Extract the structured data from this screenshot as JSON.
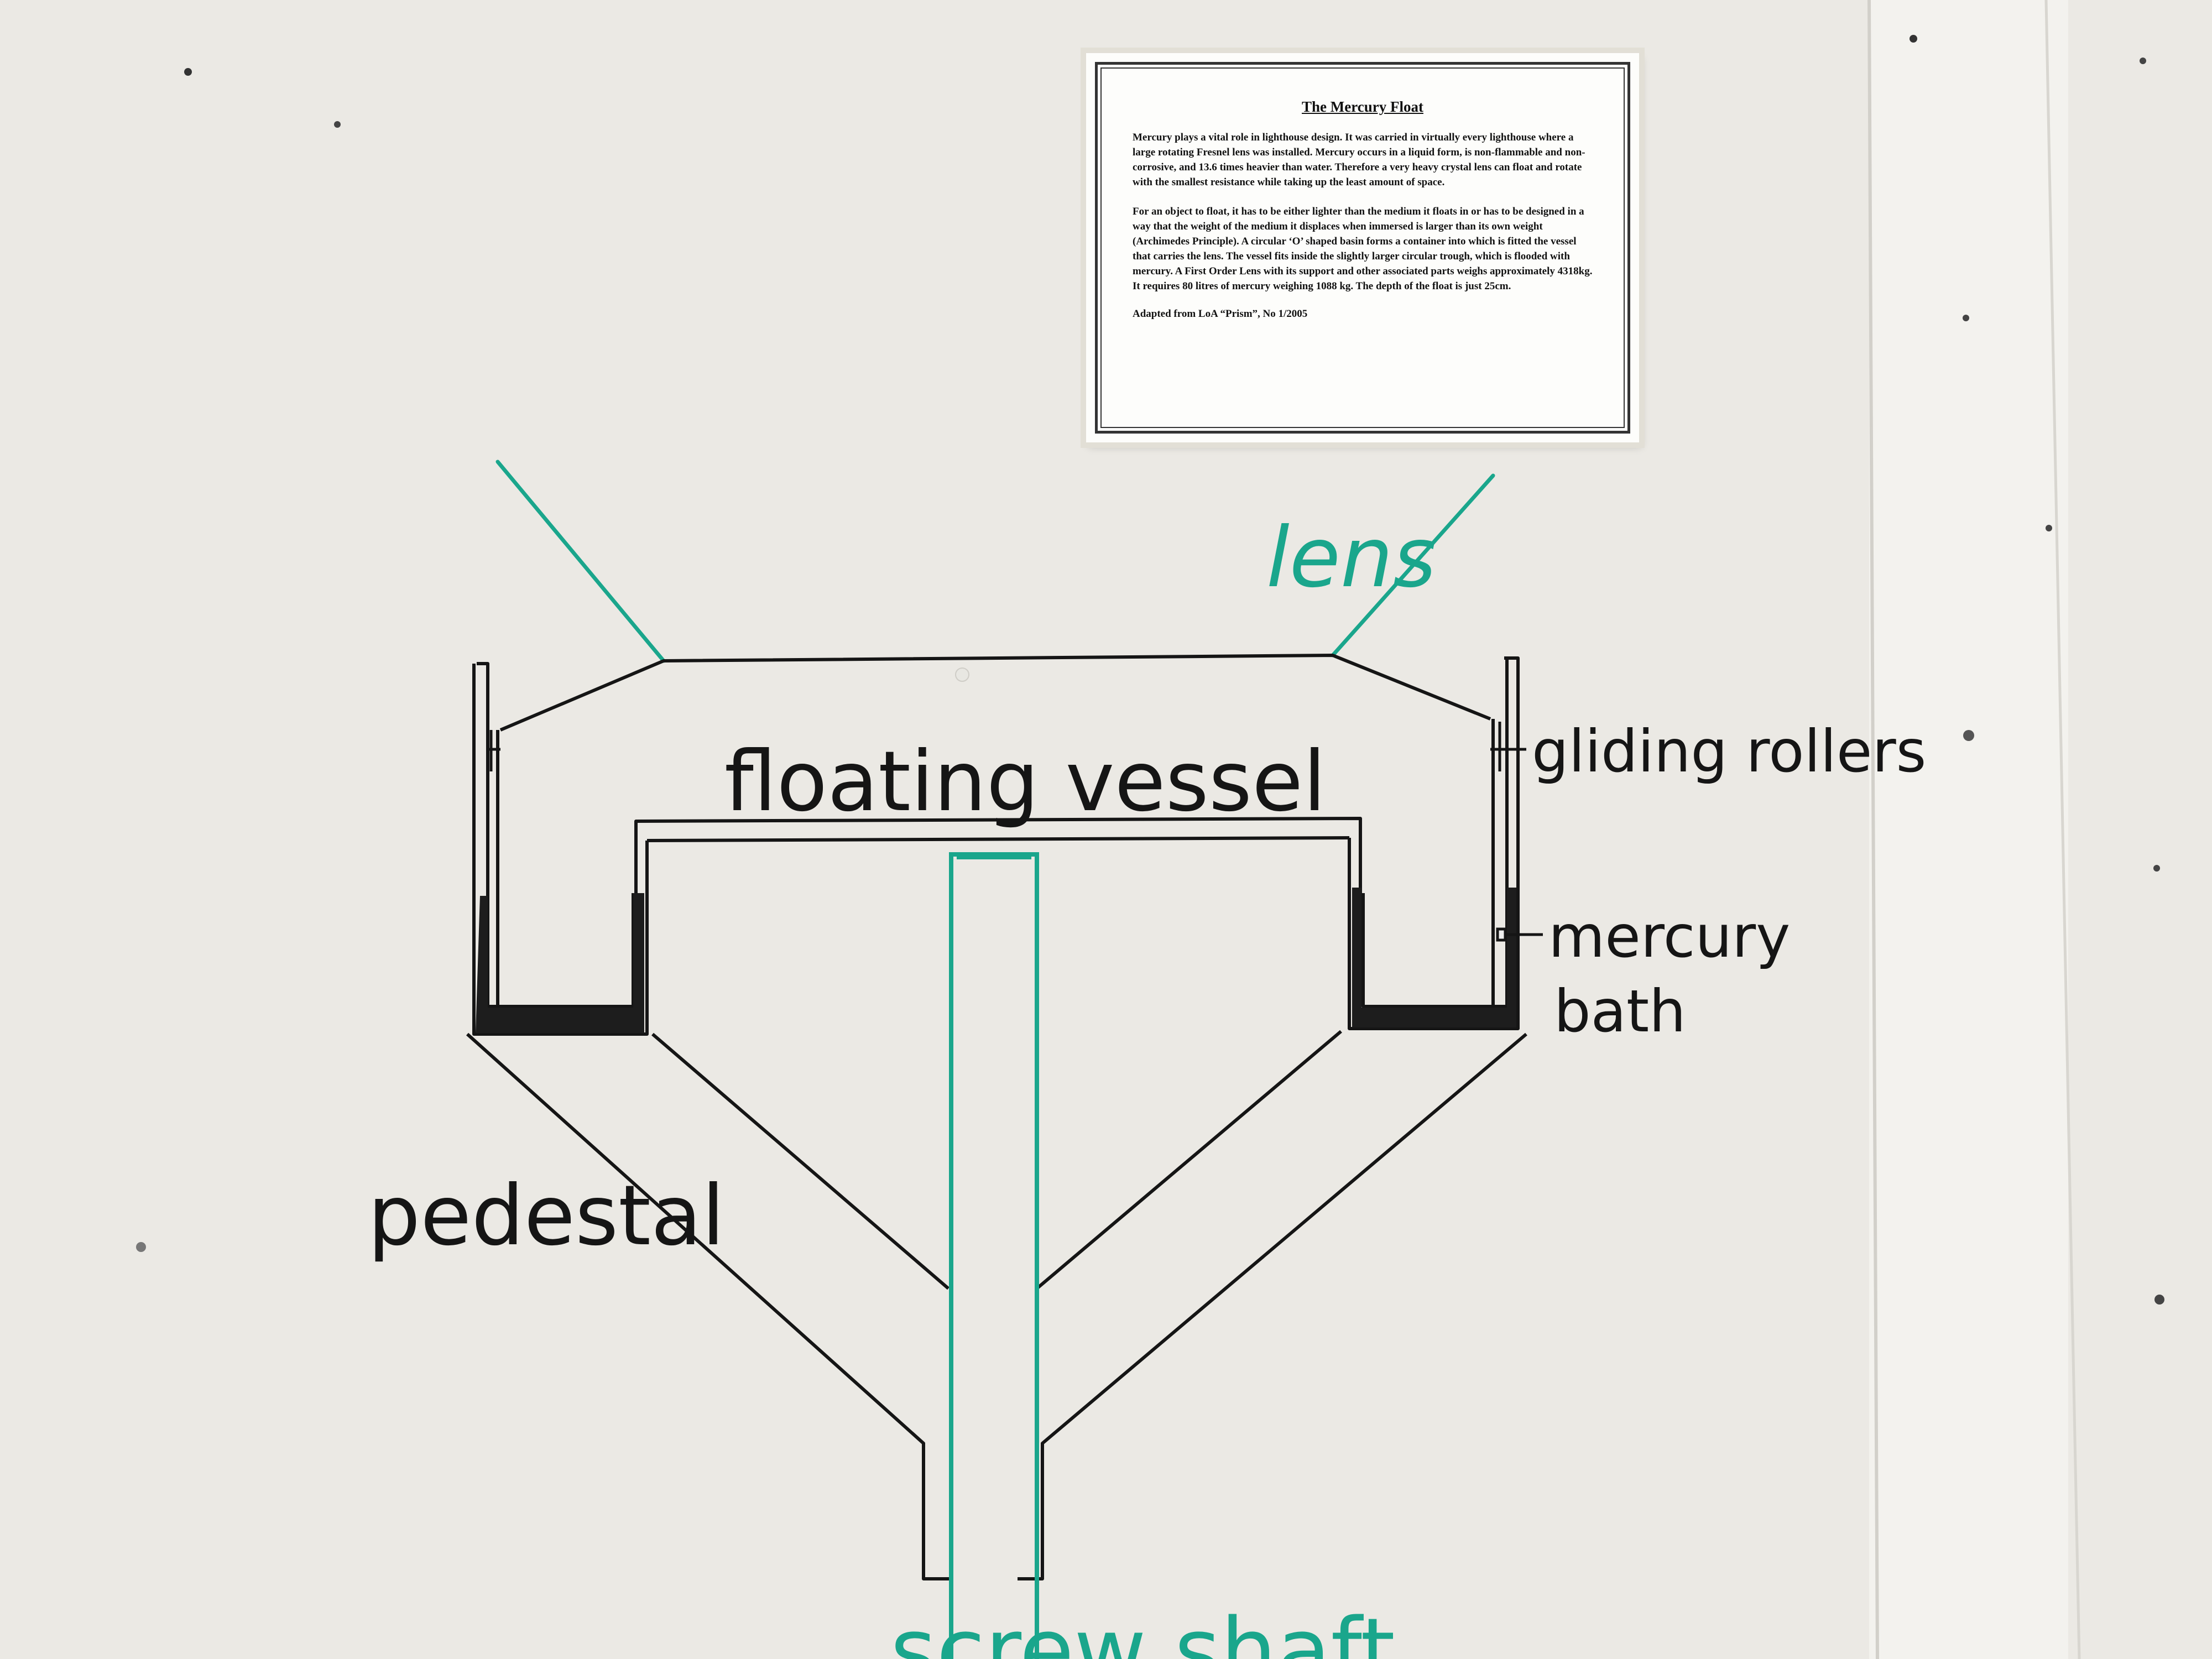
{
  "plaque": {
    "title": "The Mercury Float",
    "paragraph_1": "Mercury plays a vital role in lighthouse design. It was carried in virtually every lighthouse where a large rotating Fresnel lens was installed. Mercury occurs in a liquid form, is non-flammable and non-corrosive, and 13.6 times heavier than water. Therefore a very heavy crystal lens can float and rotate with the smallest resistance while taking up the least amount of space.",
    "paragraph_2": "For an object to float, it has to be either lighter than the medium it floats in or has to be designed in a way that the weight of the medium it displaces when immersed is larger than its own weight (Archimedes Principle). A circular ‘O’ shaped basin forms a container into which is fitted the vessel that carries the lens. The vessel fits inside the slightly larger circular trough, which is flooded with mercury. A First Order Lens with its support and other associated parts weighs approximately 4318kg. It requires 80 litres of mercury weighing 1088 kg. The depth of the float is just 25cm.",
    "source": "Adapted from LoA “Prism”, No 1/2005"
  },
  "diagram": {
    "labels": {
      "lens": "lens",
      "floating_vessel": "floating vessel",
      "gliding_rollers": "gliding rollers",
      "mercury_bath_line1": "mercury",
      "mercury_bath_line2": "bath",
      "pedestal": "pedestal",
      "screw_shaft": "screw shaft"
    },
    "colors": {
      "ink_black": "#151515",
      "ink_teal": "#1aa68c",
      "wall": "#eceae5",
      "post": "#f4f3ef"
    }
  }
}
